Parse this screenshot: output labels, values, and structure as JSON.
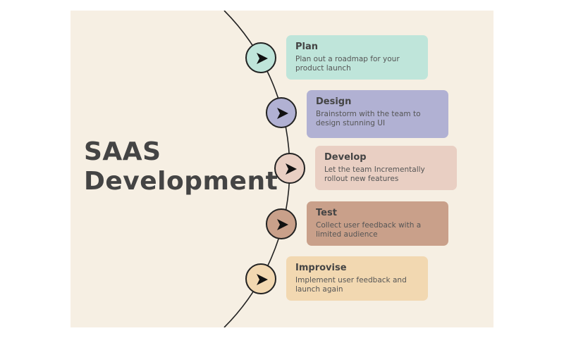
{
  "title_line1": "SAAS",
  "title_line2": "Development",
  "steps": [
    {
      "title": "Plan",
      "desc": "Plan out a roadmap for your product launch",
      "color": "#bfe5da"
    },
    {
      "title": "Design",
      "desc": "Brainstorm with the team to design stunning UI",
      "color": "#b1b1d3"
    },
    {
      "title": "Develop",
      "desc": "Let the team Incrementally rollout new features",
      "color": "#e9cfc3"
    },
    {
      "title": "Test",
      "desc": "Collect user feedback with a limited audience",
      "color": "#c9a08a"
    },
    {
      "title": "Improvise",
      "desc": "Implement user feedback and launch again",
      "color": "#f2d8b1"
    }
  ]
}
